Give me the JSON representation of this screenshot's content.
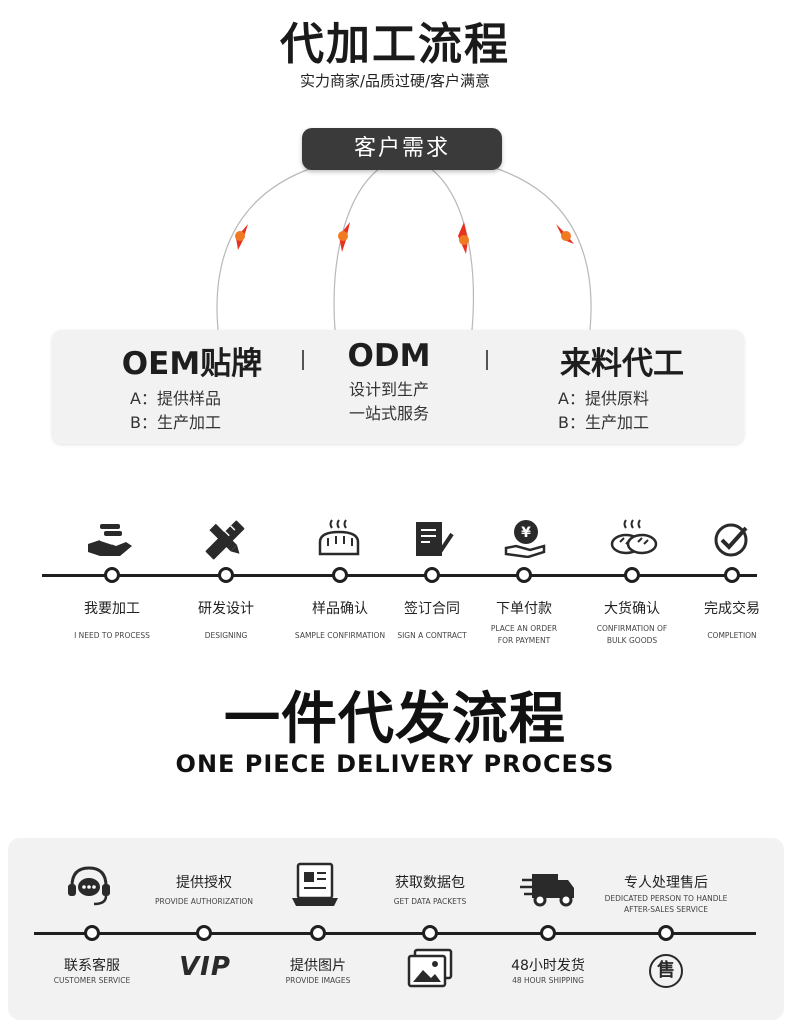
{
  "section1": {
    "title": "代加工流程",
    "subtitle": "实力商家/品质过硬/客户满意",
    "request_label": "客户需求",
    "services": [
      {
        "title": "OEM贴牌",
        "lines": [
          "A：提供样品",
          "B：生产加工"
        ]
      },
      {
        "title": "ODM",
        "lines": [
          "设计到生产",
          "一站式服务"
        ]
      },
      {
        "title": "来料代工",
        "lines": [
          "A：提供原料",
          "B：生产加工"
        ]
      }
    ],
    "arrow_color": "#e8321e"
  },
  "process1": {
    "steps": [
      {
        "cn": "我要加工",
        "en": [
          "I NEED TO PROCESS"
        ],
        "icon": "hand-money-icon"
      },
      {
        "cn": "研发设计",
        "en": [
          "DESIGNING"
        ],
        "icon": "pencil-ruler-icon"
      },
      {
        "cn": "样品确认",
        "en": [
          "SAMPLE CONFIRMATION"
        ],
        "icon": "bread-icon"
      },
      {
        "cn": "签订合同",
        "en": [
          "SIGN A CONTRACT"
        ],
        "icon": "contract-icon"
      },
      {
        "cn": "下单付款",
        "en": [
          "PLACE AN ORDER",
          "FOR PAYMENT"
        ],
        "icon": "yuan-coin-hand-icon"
      },
      {
        "cn": "大货确认",
        "en": [
          "CONFIRMATION OF",
          "BULK GOODS"
        ],
        "icon": "bread-batch-icon"
      },
      {
        "cn": "完成交易",
        "en": [
          "COMPLETION"
        ],
        "icon": "check-circle-icon"
      }
    ]
  },
  "section2": {
    "title": "一件代发流程",
    "subtitle": "ONE PIECE DELIVERY PROCESS",
    "steps": [
      {
        "cn": "联系客服",
        "en": [
          "CUSTOMER SERVICE"
        ],
        "icon": "headset-chat-icon",
        "icon_pos": "top",
        "text_pos": "bottom"
      },
      {
        "cn": "提供授权",
        "en": [
          "PROVIDE AUTHORIZATION"
        ],
        "icon": "vip-icon",
        "icon_pos": "bottom",
        "text_pos": "top"
      },
      {
        "cn": "提供图片",
        "en": [
          "PROVIDE IMAGES"
        ],
        "icon": "document-card-icon",
        "icon_pos": "top",
        "text_pos": "bottom"
      },
      {
        "cn": "获取数据包",
        "en": [
          "GET DATA PACKETS"
        ],
        "icon": "gallery-icon",
        "icon_pos": "bottom",
        "text_pos": "top"
      },
      {
        "cn": "48小时发货",
        "en": [
          "48 HOUR SHIPPING"
        ],
        "icon": "delivery-truck-icon",
        "icon_pos": "top",
        "text_pos": "bottom"
      },
      {
        "cn": "专人处理售后",
        "en": [
          "DEDICATED PERSON TO HANDLE",
          "AFTER-SALES SERVICE"
        ],
        "icon": "shou-badge-icon",
        "icon_pos": "bottom",
        "text_pos": "top"
      }
    ],
    "vip_text": "VIP",
    "badge_char": "售"
  }
}
